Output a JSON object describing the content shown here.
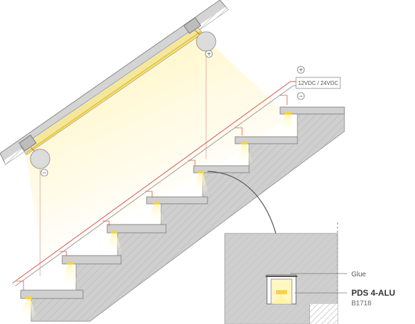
{
  "diagram": {
    "voltage_label": "12VDC / 24VDC",
    "glue_label": "Glue",
    "product_name": "PDS 4-ALU",
    "product_code": "B1718",
    "plus_symbol": "+",
    "minus_symbol": "−"
  },
  "colors": {
    "wall": "#d9d9d9",
    "stair": "#c8c8c8",
    "light": "#fff3b0",
    "led": "#f3d34a",
    "wire_red": "#d9534f",
    "wire_gray": "#9a9a9a",
    "outline": "#777777"
  }
}
